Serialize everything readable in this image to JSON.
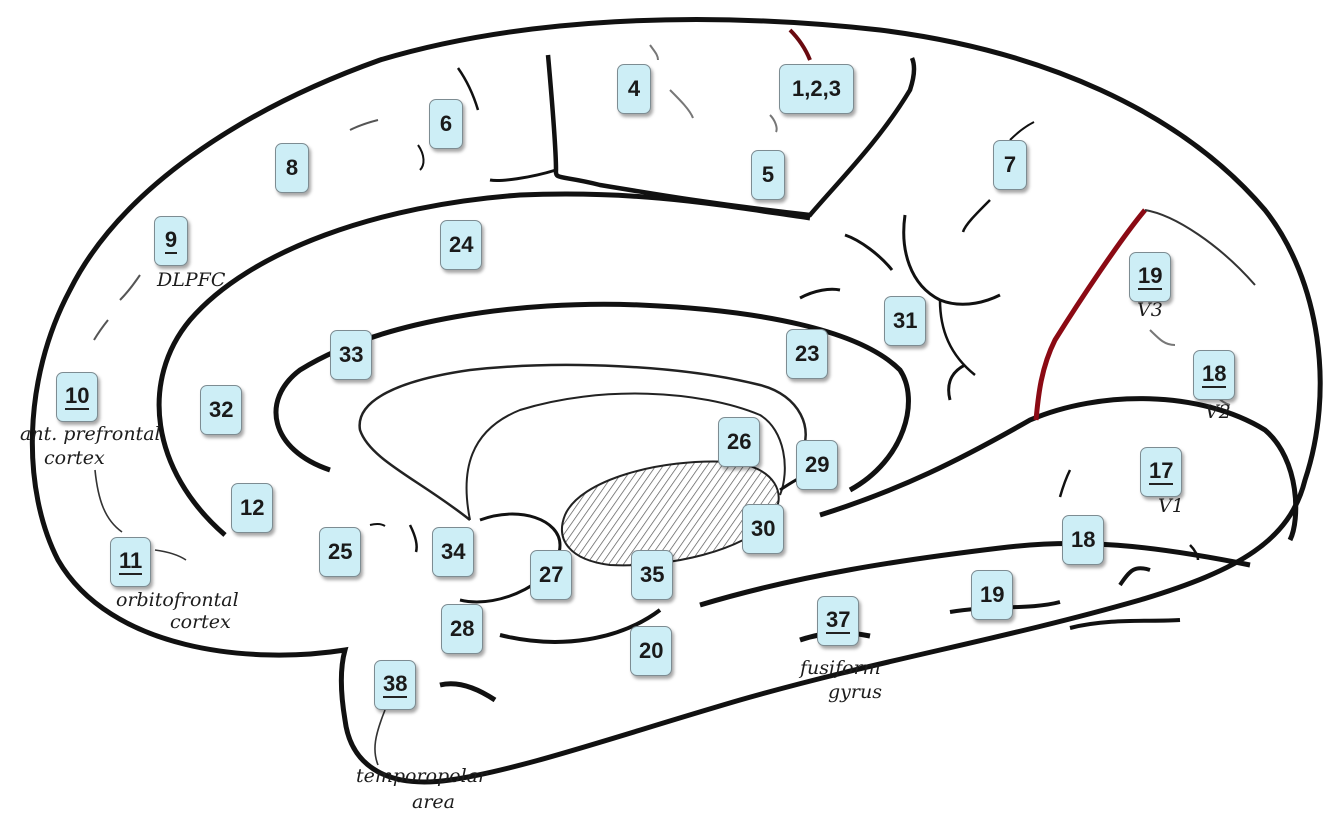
{
  "areas": [
    {
      "id": "a4",
      "label": "4"
    },
    {
      "id": "a123",
      "label": "1,2,3"
    },
    {
      "id": "a6",
      "label": "6"
    },
    {
      "id": "a8",
      "label": "8"
    },
    {
      "id": "a5",
      "label": "5"
    },
    {
      "id": "a7",
      "label": "7"
    },
    {
      "id": "a9",
      "label": "9"
    },
    {
      "id": "a24",
      "label": "24"
    },
    {
      "id": "a19top",
      "label": "19"
    },
    {
      "id": "a31",
      "label": "31"
    },
    {
      "id": "a33",
      "label": "33"
    },
    {
      "id": "a23",
      "label": "23"
    },
    {
      "id": "a18top",
      "label": "18"
    },
    {
      "id": "a10",
      "label": "10"
    },
    {
      "id": "a32",
      "label": "32"
    },
    {
      "id": "a26",
      "label": "26"
    },
    {
      "id": "a29",
      "label": "29"
    },
    {
      "id": "a17",
      "label": "17"
    },
    {
      "id": "a12",
      "label": "12"
    },
    {
      "id": "a30",
      "label": "30"
    },
    {
      "id": "a18low",
      "label": "18"
    },
    {
      "id": "a25",
      "label": "25"
    },
    {
      "id": "a34",
      "label": "34"
    },
    {
      "id": "a11",
      "label": "11"
    },
    {
      "id": "a27",
      "label": "27"
    },
    {
      "id": "a35",
      "label": "35"
    },
    {
      "id": "a19low",
      "label": "19"
    },
    {
      "id": "a28",
      "label": "28"
    },
    {
      "id": "a37",
      "label": "37"
    },
    {
      "id": "a20",
      "label": "20"
    },
    {
      "id": "a38",
      "label": "38"
    }
  ],
  "annotations": {
    "dlpfc": "DLPFC",
    "ant_prefrontal_1": "ant. prefrontal",
    "ant_prefrontal_2": "cortex",
    "orbitofrontal_1": "orbitofrontal",
    "orbitofrontal_2": "cortex",
    "v3": "V3",
    "v2": "V2",
    "v1": "V1",
    "fusiform_1": "fusiform",
    "fusiform_2": "gyrus",
    "temporopolar_1": "temporopolar",
    "temporopolar_2": "area"
  },
  "colors": {
    "box_fill": "#cdeef6",
    "outline": "#111111",
    "parieto_occipital_sulcus": "#8b0a14"
  }
}
